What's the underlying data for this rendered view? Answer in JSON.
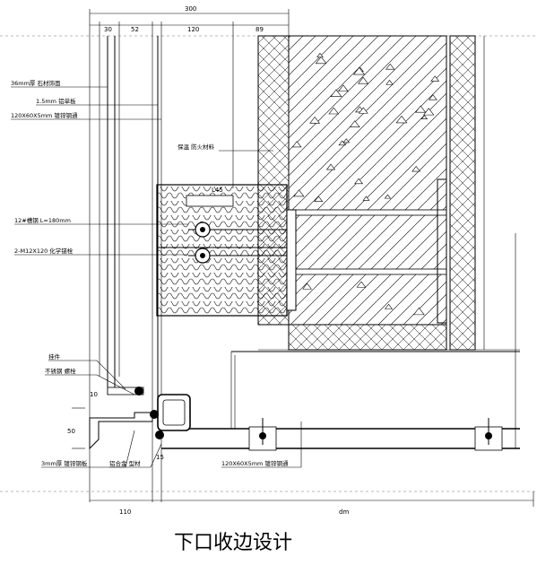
{
  "dimensions": {
    "top_total": "300",
    "top_30": "30",
    "top_52": "52",
    "top_120": "120",
    "top_89": "89",
    "bottom_110": "110",
    "bottom_dm": "dm",
    "left_10": "10",
    "left_50": "50",
    "left_15": "15"
  },
  "labels": {
    "l1": "36mm厚 石材饰面",
    "l2": "1.5mm 铝单板",
    "l3": "120X60X5mm 镀锌钢通",
    "l4": "保温 防火材料",
    "l5": "12#槽钢 L=180mm",
    "l6": "2-M12X120 化学锚栓",
    "l7": "挂件",
    "l8": "不锈钢 螺栓",
    "l9": "3mm厚 镀锌钢板",
    "l10": "铝合金 型材",
    "l11": "120X60X5mm 镀锌钢通",
    "l12": "L45"
  },
  "caption": "下口收边设计"
}
